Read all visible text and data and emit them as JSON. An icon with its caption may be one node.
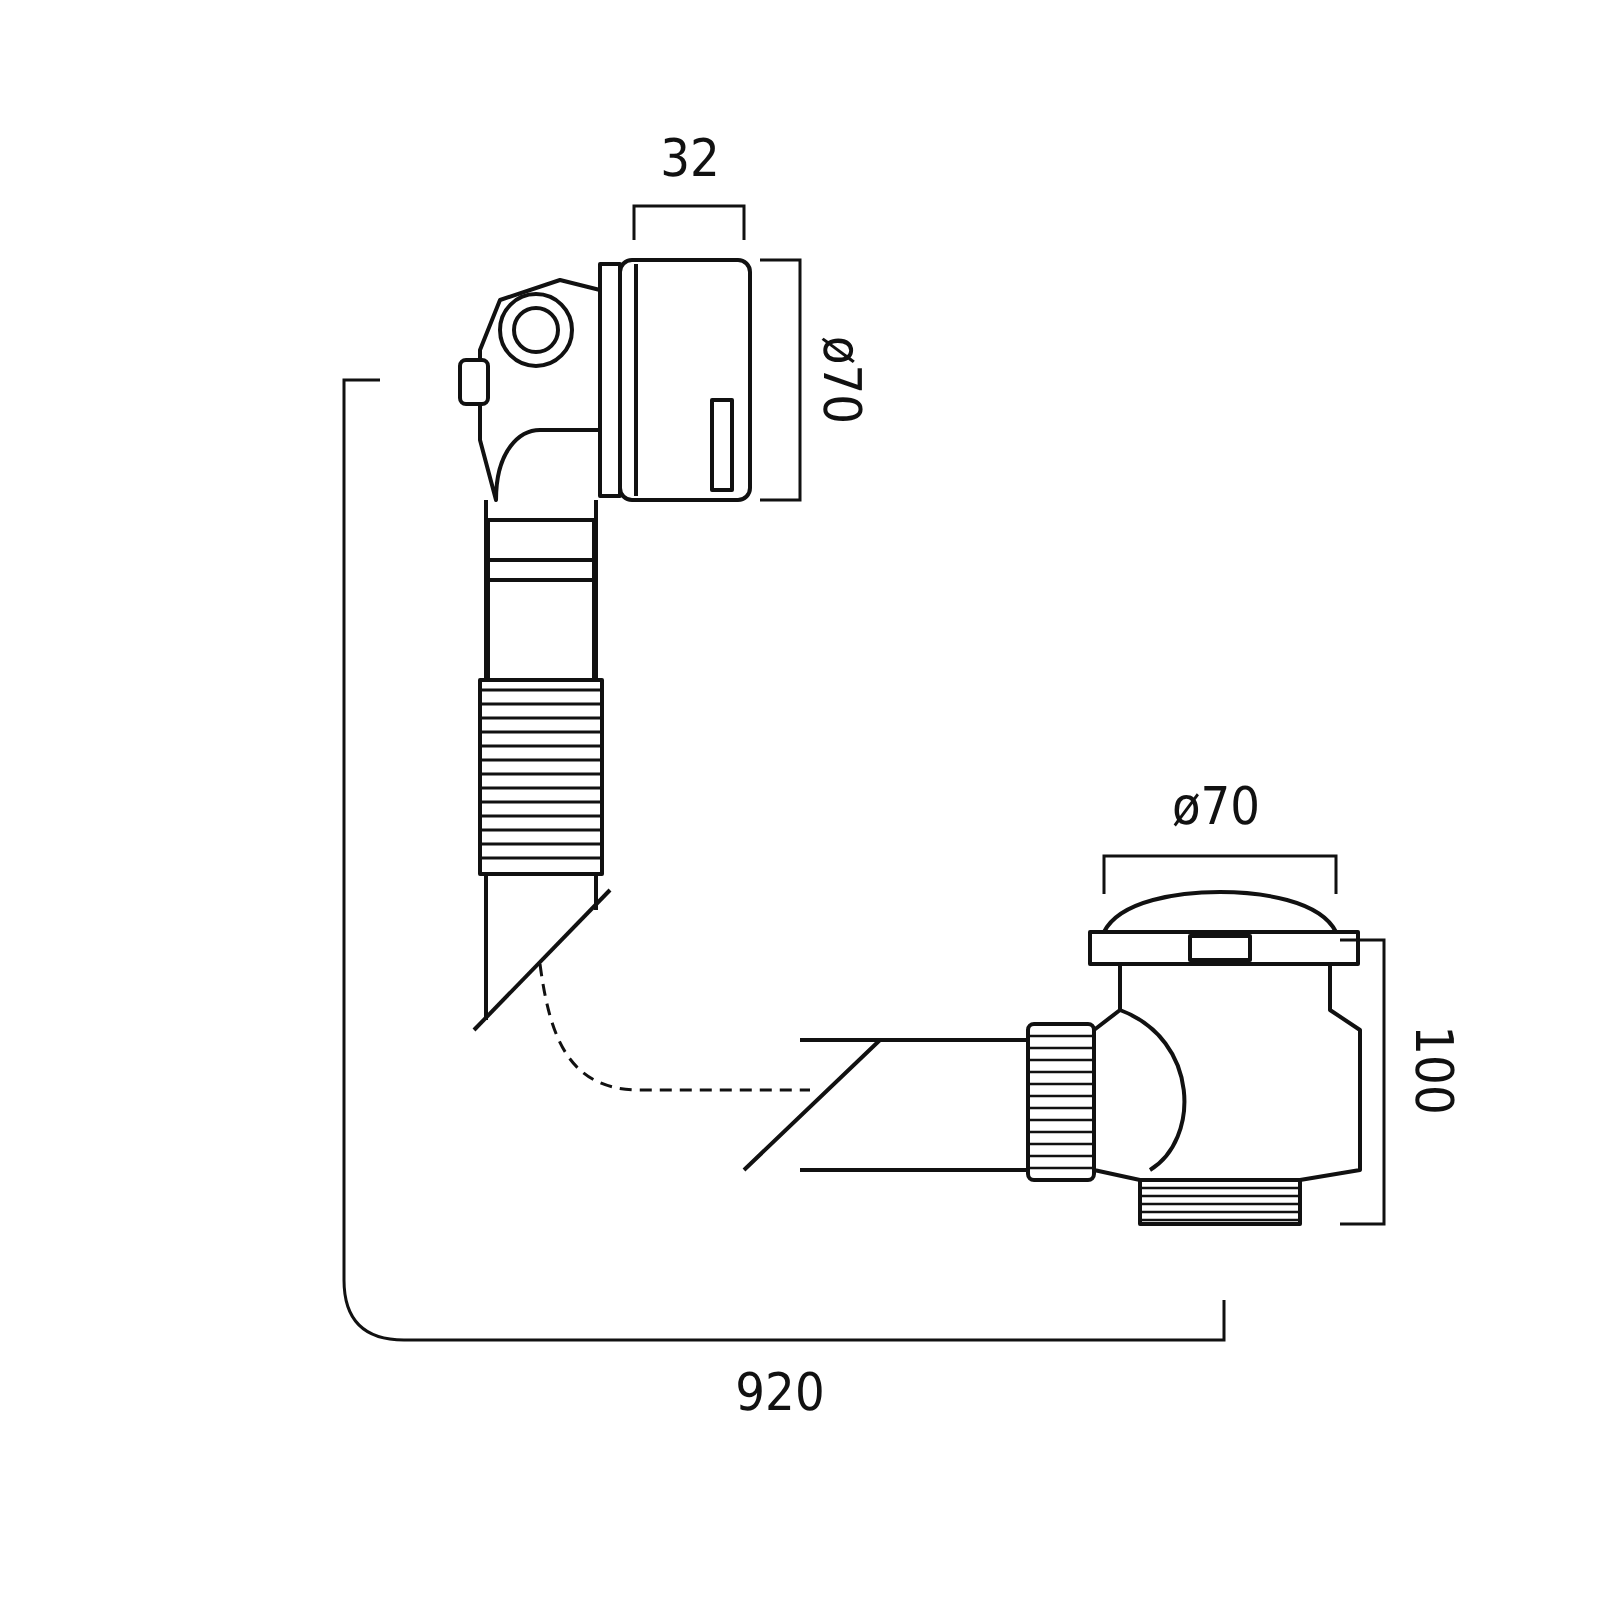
{
  "diagram": {
    "labels": [
      "32",
      "ø70",
      "ø70",
      "100",
      "920"
    ]
  }
}
